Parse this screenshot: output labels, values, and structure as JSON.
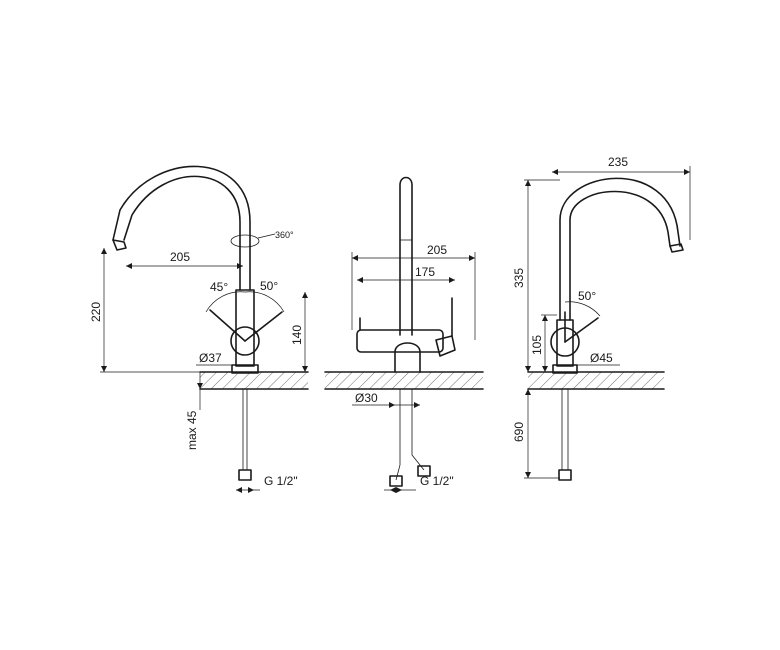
{
  "left_view": {
    "spout_reach": "205",
    "height": "220",
    "lever_height": "140",
    "rotation": "360°",
    "angle_left": "45°",
    "angle_right": "50°",
    "base_diameter": "Ø37",
    "max_thickness": "max 45",
    "thread": "G 1/2\""
  },
  "middle_view": {
    "total_width": "205",
    "lever_span": "175",
    "shank_diameter": "Ø30",
    "thread": "G 1/2\""
  },
  "right_view": {
    "spout_reach": "235",
    "height": "335",
    "lever_height": "105",
    "angle": "50°",
    "base_diameter": "Ø45",
    "hose_length": "690"
  }
}
